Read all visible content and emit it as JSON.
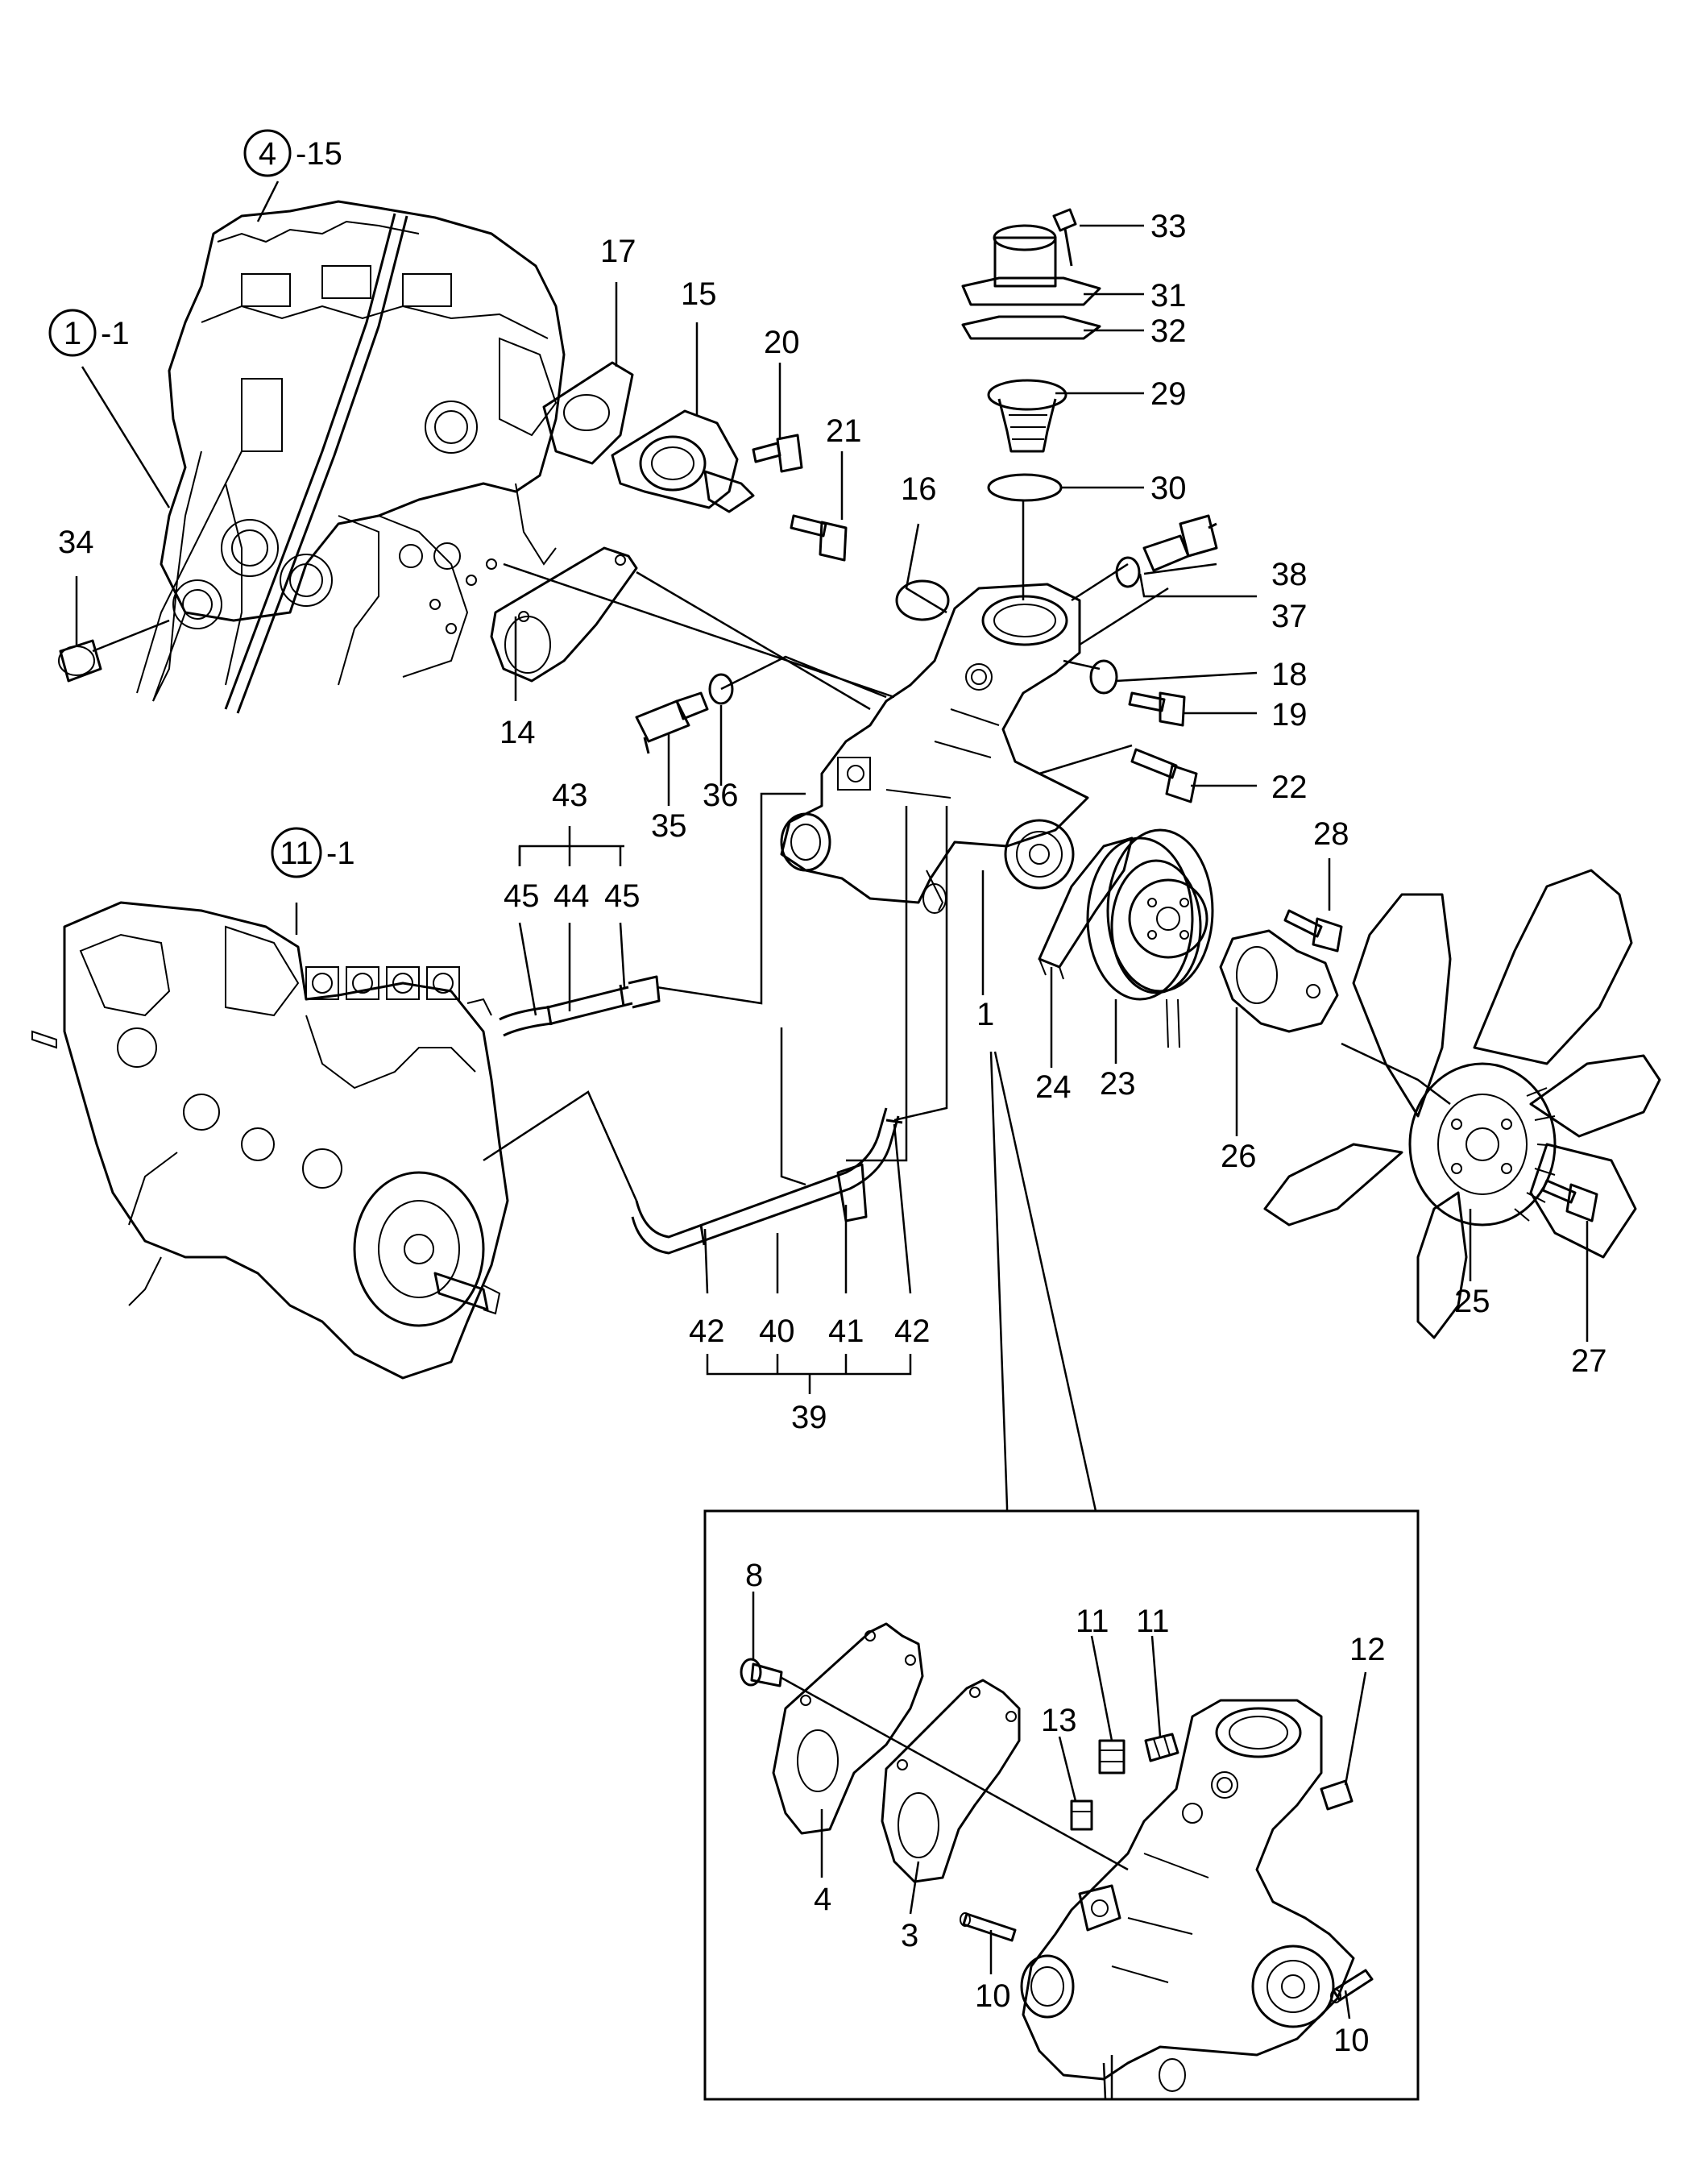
{
  "diagram": {
    "callouts": [
      {
        "id": "c33",
        "text": "33"
      },
      {
        "id": "c31",
        "text": "31"
      },
      {
        "id": "c32",
        "text": "32"
      },
      {
        "id": "c29",
        "text": "29"
      },
      {
        "id": "c30",
        "text": "30"
      },
      {
        "id": "c38",
        "text": "38"
      },
      {
        "id": "c37",
        "text": "37"
      },
      {
        "id": "c18",
        "text": "18"
      },
      {
        "id": "c19",
        "text": "19"
      },
      {
        "id": "c22",
        "text": "22"
      },
      {
        "id": "c17",
        "text": "17"
      },
      {
        "id": "c15",
        "text": "15"
      },
      {
        "id": "c20",
        "text": "20"
      },
      {
        "id": "c21",
        "text": "21"
      },
      {
        "id": "c16",
        "text": "16"
      },
      {
        "id": "c34",
        "text": "34"
      },
      {
        "id": "c14",
        "text": "14"
      },
      {
        "id": "c35",
        "text": "35"
      },
      {
        "id": "c36",
        "text": "36"
      },
      {
        "id": "c43",
        "text": "43"
      },
      {
        "id": "c45a",
        "text": "45"
      },
      {
        "id": "c44",
        "text": "44"
      },
      {
        "id": "c45b",
        "text": "45"
      },
      {
        "id": "c1",
        "text": "1"
      },
      {
        "id": "c28",
        "text": "28"
      },
      {
        "id": "c24",
        "text": "24"
      },
      {
        "id": "c23",
        "text": "23"
      },
      {
        "id": "c26",
        "text": "26"
      },
      {
        "id": "c25",
        "text": "25"
      },
      {
        "id": "c27",
        "text": "27"
      },
      {
        "id": "c42a",
        "text": "42"
      },
      {
        "id": "c40",
        "text": "40"
      },
      {
        "id": "c41",
        "text": "41"
      },
      {
        "id": "c42b",
        "text": "42"
      },
      {
        "id": "c39",
        "text": "39"
      },
      {
        "id": "d8",
        "text": "8"
      },
      {
        "id": "d11a",
        "text": "11"
      },
      {
        "id": "d11b",
        "text": "11"
      },
      {
        "id": "d12",
        "text": "12"
      },
      {
        "id": "d13",
        "text": "13"
      },
      {
        "id": "d4",
        "text": "4"
      },
      {
        "id": "d3",
        "text": "3"
      },
      {
        "id": "d10a",
        "text": "10"
      },
      {
        "id": "d10b",
        "text": "10"
      }
    ],
    "references": [
      {
        "id": "r4",
        "circle": "4",
        "suffix": "-15"
      },
      {
        "id": "r1",
        "circle": "1",
        "suffix": "-1"
      },
      {
        "id": "r11",
        "circle": "11",
        "suffix": "-1"
      }
    ]
  }
}
